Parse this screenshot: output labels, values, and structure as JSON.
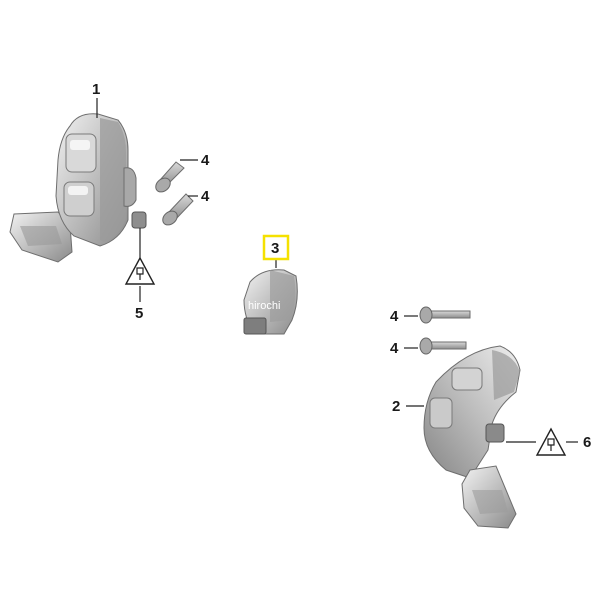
{
  "callouts": {
    "c1": "1",
    "c2": "2",
    "c3": "3",
    "c4a": "4",
    "c4b": "4",
    "c4c": "4",
    "c4d": "4",
    "c5": "5",
    "c6": "6"
  },
  "watermark": "hirochi",
  "colors": {
    "highlight": "#f5e100",
    "part_light": "#e6e6e6",
    "part_mid": "#b5b5b5",
    "part_dark": "#7c7c7c",
    "line": "#222222"
  }
}
